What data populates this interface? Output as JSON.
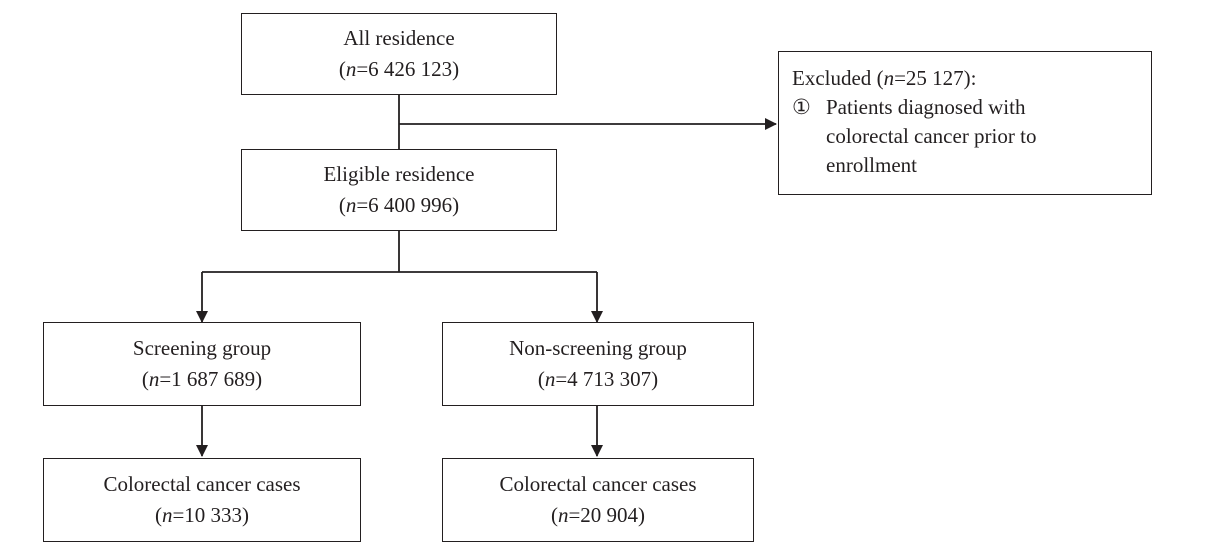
{
  "nodes": {
    "all": {
      "label": "All residence",
      "n": "6 426 123"
    },
    "eligible": {
      "label": "Eligible residence",
      "n": "6 400 996"
    },
    "screening": {
      "label": "Screening group",
      "n": "1 687 689"
    },
    "nonscreening": {
      "label": "Non-screening group",
      "n": "4 713 307"
    },
    "cases_screening": {
      "label": "Colorectal cancer cases",
      "n": "10 333"
    },
    "cases_nonscreening": {
      "label": "Colorectal cancer cases",
      "n": "20 904"
    }
  },
  "excluded": {
    "title": "Excluded",
    "n": "25 127",
    "items": [
      {
        "marker": "①",
        "lines": [
          "Patients diagnosed with",
          "colorectal cancer prior to",
          "enrollment"
        ]
      }
    ]
  },
  "edges": [
    {
      "from": "all",
      "to": "eligible"
    },
    {
      "from": "all",
      "to": "excluded"
    },
    {
      "from": "eligible",
      "to": "screening"
    },
    {
      "from": "eligible",
      "to": "nonscreening"
    },
    {
      "from": "screening",
      "to": "cases_screening"
    },
    {
      "from": "nonscreening",
      "to": "cases_nonscreening"
    }
  ]
}
